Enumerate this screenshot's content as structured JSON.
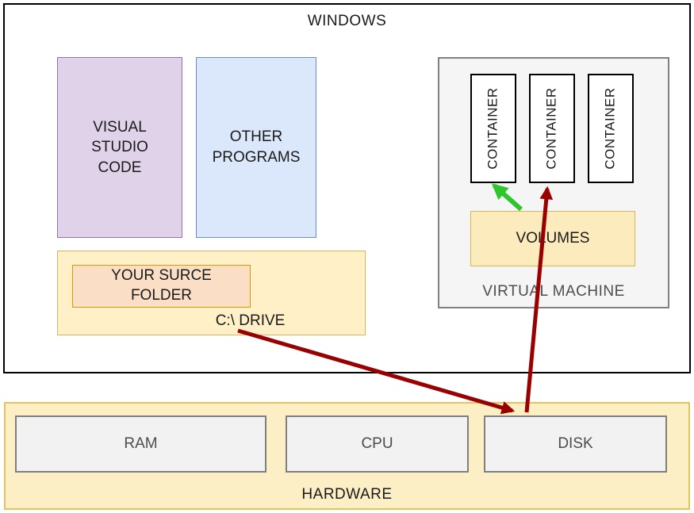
{
  "diagram": {
    "windows": {
      "title": "WINDOWS",
      "visual_studio_code": "VISUAL STUDIO CODE",
      "other_programs": "OTHER PROGRAMS",
      "c_drive": {
        "label": "C:\\ DRIVE",
        "source_folder": "YOUR SURCE FOLDER"
      },
      "virtual_machine": {
        "title": "VIRTUAL MACHINE",
        "containers": [
          "CONTAINER",
          "CONTAINER",
          "CONTAINER"
        ],
        "volumes": "VOLUMES"
      }
    },
    "hardware": {
      "title": "HARDWARE",
      "components": [
        "RAM",
        "CPU",
        "DISK"
      ]
    }
  },
  "colors": {
    "red_arrow": "#990000",
    "green_arrow": "#2DC62D",
    "vsc_fill": "#E0D2E8",
    "vsc_border": "#9673A6",
    "programs_fill": "#DBE7FA",
    "programs_border": "#6C8EBF",
    "drive_fill": "#FFF0C8",
    "drive_border": "#D6B656",
    "folder_fill": "#FBDEC6",
    "folder_border": "#D79B00",
    "vm_fill": "#F5F5F5",
    "vm_border": "#808080",
    "container_fill": "#FFFFFF",
    "container_border": "#000000",
    "volumes_fill": "#FCEBBC",
    "volumes_border": "#D6B656",
    "hardware_fill": "#FCEFC6",
    "hardware_border": "#E3C55F",
    "component_fill": "#F2F2F2",
    "component_border": "#7F7F7F"
  }
}
